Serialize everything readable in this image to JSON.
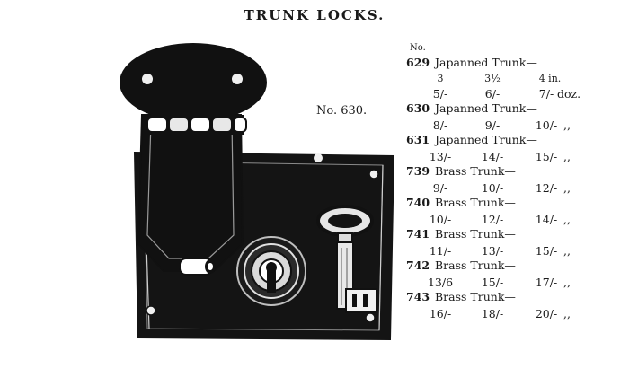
{
  "page": {
    "title": "TRUNK LOCKS.",
    "figure_caption": "No. 630."
  },
  "price_list": {
    "column_head": "No.",
    "sizes": [
      "3",
      "3½",
      "4 in."
    ],
    "entries": [
      {
        "no": "629",
        "name": "Japanned Trunk—",
        "prices": [
          "5/-",
          "6/-",
          "7/-"
        ],
        "unit": "doz."
      },
      {
        "no": "630",
        "name": "Japanned Trunk—",
        "prices": [
          "8/-",
          "9/-",
          "10/-"
        ],
        "unit": ",,"
      },
      {
        "no": "631",
        "name": "Japanned Trunk—",
        "prices": [
          "13/-",
          "14/-",
          "15/-"
        ],
        "unit": ",,"
      },
      {
        "no": "739",
        "name": "Brass Trunk—",
        "prices": [
          "9/-",
          "10/-",
          "12/-"
        ],
        "unit": ",,"
      },
      {
        "no": "740",
        "name": "Brass Trunk—",
        "prices": [
          "10/-",
          "12/-",
          "14/-"
        ],
        "unit": ",,"
      },
      {
        "no": "741",
        "name": "Brass Trunk—",
        "prices": [
          "11/-",
          "13/-",
          "15/-"
        ],
        "unit": ",,"
      },
      {
        "no": "742",
        "name": "Brass Trunk—",
        "prices": [
          "13/6",
          "15/-",
          "17/-"
        ],
        "unit": ",,"
      },
      {
        "no": "743",
        "name": "Brass Trunk—",
        "prices": [
          "16/-",
          "18/-",
          "20/-"
        ],
        "unit": ",,"
      }
    ]
  }
}
